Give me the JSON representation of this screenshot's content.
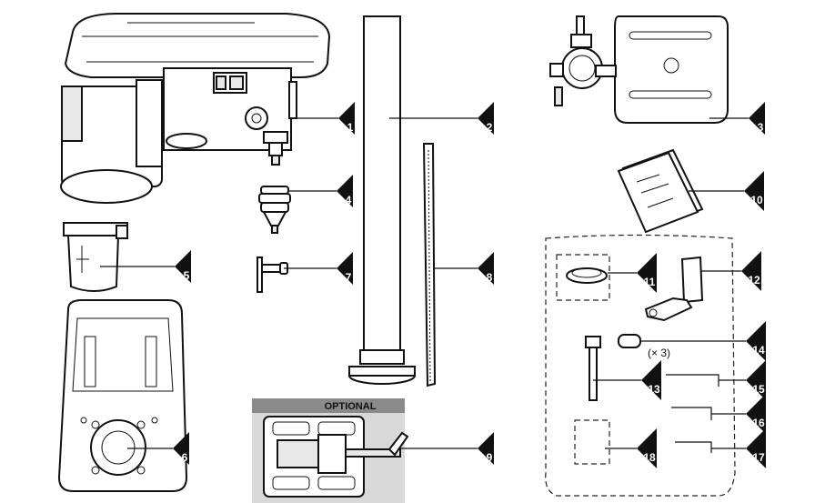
{
  "optional_label": "OPTIONAL",
  "quantity_note": "(× 3)",
  "parts": [
    {
      "number": "1"
    },
    {
      "number": "2"
    },
    {
      "number": "3"
    },
    {
      "number": "4"
    },
    {
      "number": "5"
    },
    {
      "number": "6"
    },
    {
      "number": "7"
    },
    {
      "number": "8"
    },
    {
      "number": "9"
    },
    {
      "number": "10"
    },
    {
      "number": "11"
    },
    {
      "number": "12"
    },
    {
      "number": "13"
    },
    {
      "number": "14"
    },
    {
      "number": "15"
    },
    {
      "number": "16"
    },
    {
      "number": "17"
    },
    {
      "number": "18"
    }
  ]
}
